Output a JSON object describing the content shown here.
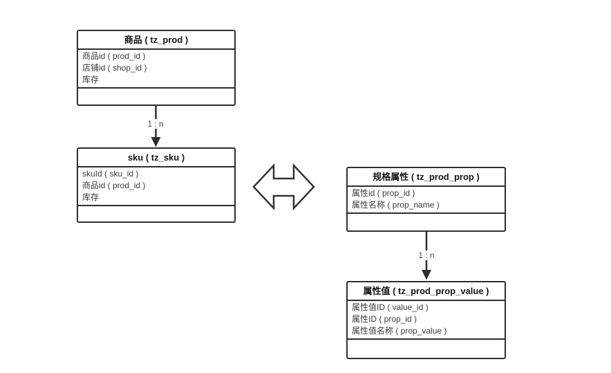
{
  "diagram": {
    "type": "er-diagram",
    "tables": [
      {
        "id": "prod",
        "title": "商品 ( tz_prod )",
        "rows": [
          "商品id ( prod_id )",
          "店铺id ( shop_id )",
          "库存"
        ]
      },
      {
        "id": "sku",
        "title": "sku ( tz_sku )",
        "rows": [
          "skuId ( sku_id )",
          "商品id ( prod_id )",
          "库存"
        ]
      },
      {
        "id": "prod_prop",
        "title": "规格属性 ( tz_prod_prop )",
        "rows": [
          "属性id ( prop_id )",
          "属性名称 ( prop_name )"
        ]
      },
      {
        "id": "prod_prop_value",
        "title": "属性值 ( tz_prod_prop_value )",
        "rows": [
          "属性值ID ( value_id )",
          "属性ID ( prop_id )",
          "属性值名称 ( prop_value )"
        ]
      }
    ],
    "connectors": [
      {
        "id": "prod-to-sku",
        "from": "prod",
        "to": "sku",
        "label": "1 : n",
        "style": "arrow-down"
      },
      {
        "id": "prop-to-value",
        "from": "prod_prop",
        "to": "prod_prop_value",
        "label": "1 : n",
        "style": "arrow-down"
      },
      {
        "id": "sku-prop-relation",
        "from": "sku",
        "to": "prod_prop",
        "label": "",
        "style": "double-arrow"
      }
    ],
    "colors": {
      "border": "#2e2e2e",
      "title_text": "#141414",
      "row_text": "#3a3a3a",
      "label_text": "#4a4a4a",
      "background": "#ffffff"
    }
  }
}
